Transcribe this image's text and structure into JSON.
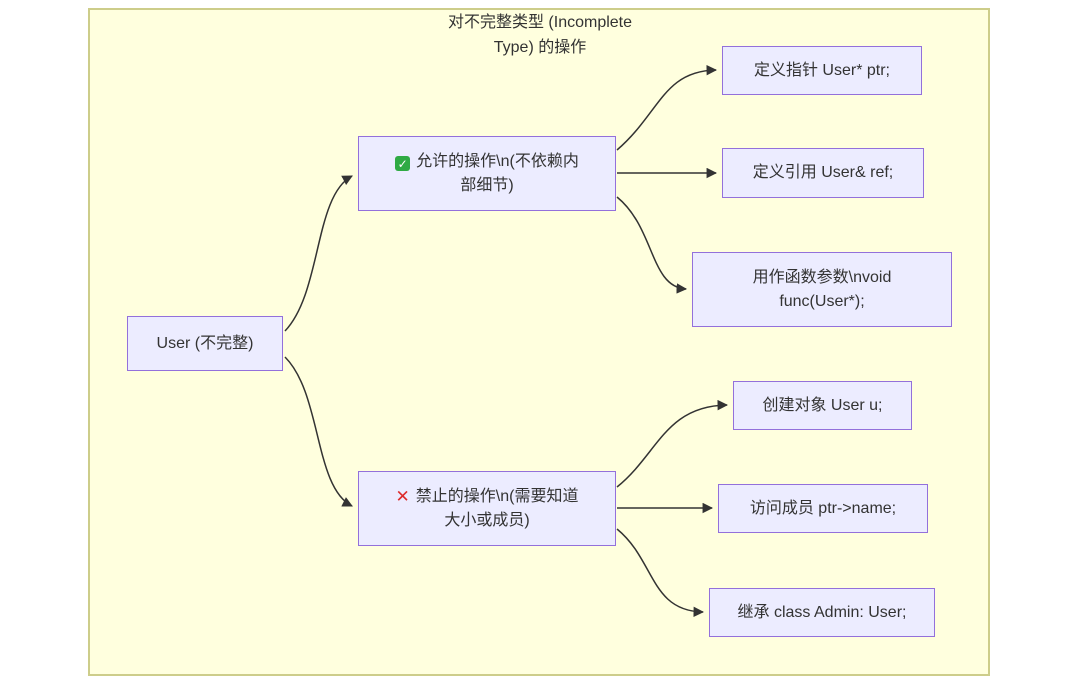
{
  "diagram": {
    "title": "对不完整类型 (Incomplete\nType) 的操作",
    "colors": {
      "page_background": "#ffffff",
      "diagram_background": "#ffffde",
      "diagram_border": "#cdcd8a",
      "node_fill": "#ececff",
      "node_border": "#9370db",
      "edge_stroke": "#333333",
      "text": "#333333",
      "check_icon_green": "#2faa44",
      "cross_icon_red": "#dd2b2b"
    },
    "nodes": {
      "root": {
        "label": "User (不完整)"
      },
      "allowed": {
        "icon": "✓",
        "label": "允许的操作\\n(不依赖内\n部细节)"
      },
      "forbidden": {
        "icon": "✕",
        "label": "禁止的操作\\n(需要知道\n大小或成员)"
      },
      "allowed_ops": [
        {
          "label": "定义指针 User* ptr;"
        },
        {
          "label": "定义引用 User& ref;"
        },
        {
          "label": "用作函数参数\\nvoid\nfunc(User*);"
        }
      ],
      "forbidden_ops": [
        {
          "label": "创建对象 User u;"
        },
        {
          "label": "访问成员 ptr->name;"
        },
        {
          "label": "继承 class Admin: User;"
        }
      ]
    }
  }
}
